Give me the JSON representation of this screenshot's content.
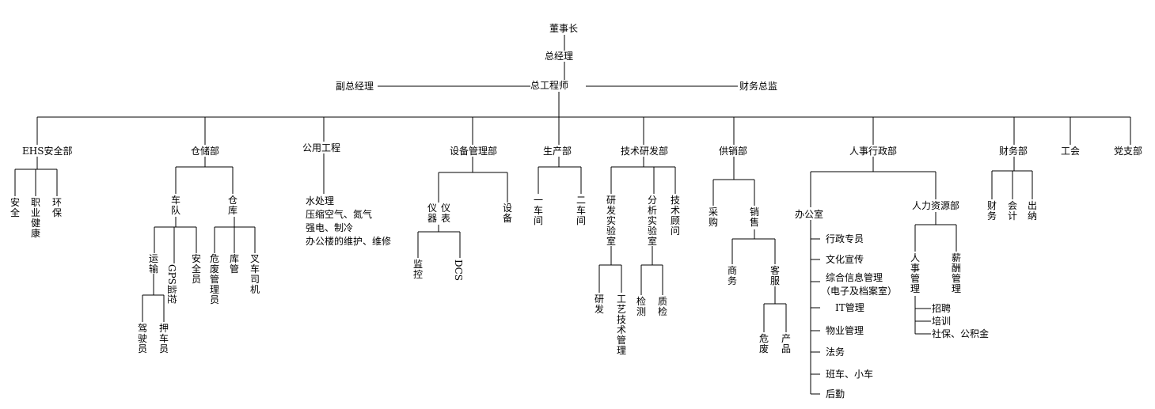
{
  "top": {
    "chairman": "董事长",
    "general_manager": "总经理",
    "deputy_gm": "副总经理",
    "chief_engineer": "总工程师",
    "cfo": "财务总监"
  },
  "departments": {
    "ehs": {
      "name": "EHS安全部",
      "children": [
        "安全",
        "职业健康",
        "环保"
      ]
    },
    "storage": {
      "name": "仓储部",
      "fleet": "车队",
      "warehouse": "仓库",
      "transport": "运输",
      "gps": "GPS监控",
      "safety_officer": "安全员",
      "driver": "驾驶员",
      "escort": "押车员",
      "hazwaste_admin": "危废管理员",
      "storekeeper": "库管",
      "forklift": "叉车司机"
    },
    "utilities": {
      "name": "公用工程",
      "lines": [
        "水处理",
        "压缩空气、氮气",
        "强电、制冷",
        "办公楼的维护、维修"
      ]
    },
    "equipment": {
      "name": "设备管理部",
      "instrument_a": "仪器",
      "instrument_b": "仪表",
      "equipment": "设备",
      "monitor": "监控",
      "dcs": "DCS"
    },
    "production": {
      "name": "生产部",
      "children": [
        "一车间",
        "二车间"
      ]
    },
    "rnd": {
      "name": "技术研发部",
      "lab": "研发实验室",
      "analysis": "分析实验室",
      "advisor": "技术顾问",
      "research": "研发",
      "process": "工艺技术管理",
      "testing": "检测",
      "qc": "质检"
    },
    "supply": {
      "name": "供销部",
      "purchase": "采购",
      "sales": "销售",
      "business": "商务",
      "service": "客服",
      "hazwaste": "危废",
      "product": "产品"
    },
    "hr_admin": {
      "name": "人事行政部",
      "office": "办公室",
      "office_items": [
        "行政专员",
        "文化宣传",
        "综合信息管理",
        "（电子及档案室）",
        "IT管理",
        "物业管理",
        "法务",
        "班车、小车",
        "后勤"
      ],
      "hr": "人力资源部",
      "personnel": "人事管理",
      "salary": "薪酬管理",
      "hr_items": [
        "招聘",
        "培训",
        "社保、公积金"
      ]
    },
    "finance": {
      "name": "财务部",
      "children": [
        "财务",
        "会计",
        "出纳"
      ]
    },
    "union": {
      "name": "工会"
    },
    "party": {
      "name": "党支部"
    }
  }
}
